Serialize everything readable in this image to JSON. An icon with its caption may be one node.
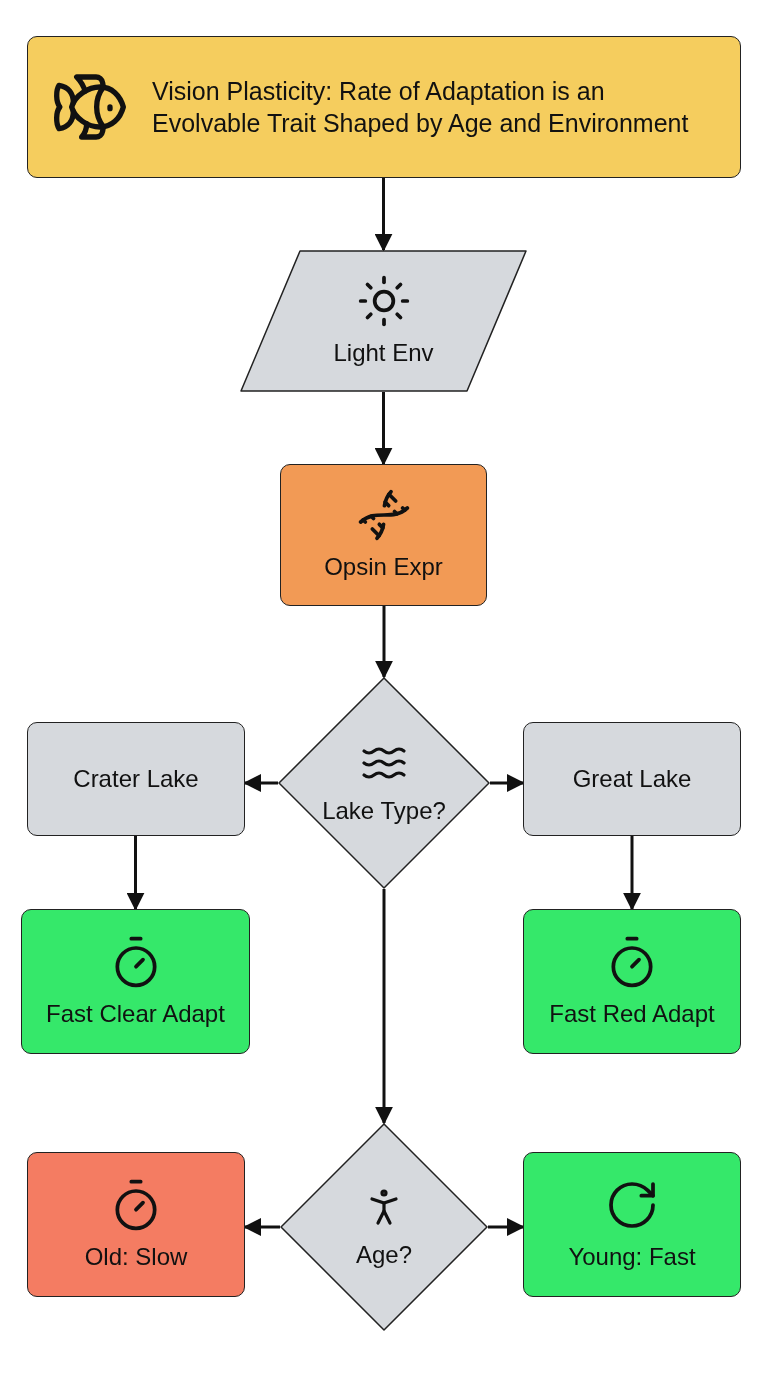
{
  "diagram": {
    "nodes": [
      {
        "text": [
          "Vision Plasticity: Rate of Adaptation is an Evolvable Trait Shaped by Age and Environment"
        ]
      },
      {
        "text": [
          "Light Env"
        ]
      },
      {
        "text": [
          "Opsin Expr"
        ]
      },
      {
        "text": [
          "Lake Type?"
        ]
      },
      {
        "text": [
          "Crater Lake"
        ]
      },
      {
        "text": [
          "Great Lake"
        ]
      },
      {
        "text": [
          "Fast Clear Adapt"
        ]
      },
      {
        "text": [
          "Fast Red Adapt"
        ]
      },
      {
        "text": [
          "Age?"
        ]
      },
      {
        "text": [
          "Old: Slow"
        ]
      },
      {
        "text": [
          "Young: Fast"
        ]
      }
    ],
    "edges": [
      {
        "from": 0,
        "to": 1,
        "arrow": "to"
      },
      {
        "from": 1,
        "to": 2,
        "arrow": "to"
      },
      {
        "from": 2,
        "to": 3,
        "arrow": "to"
      },
      {
        "from": 3,
        "to": 4,
        "arrow": "to"
      },
      {
        "from": 3,
        "to": 5,
        "arrow": "to"
      },
      {
        "from": 4,
        "to": 6,
        "arrow": "to"
      },
      {
        "from": 5,
        "to": 7,
        "arrow": "to"
      },
      {
        "from": 3,
        "to": 8,
        "arrow": "to"
      },
      {
        "from": 8,
        "to": 9,
        "arrow": "to"
      },
      {
        "from": 8,
        "to": 10,
        "arrow": "to"
      }
    ]
  }
}
